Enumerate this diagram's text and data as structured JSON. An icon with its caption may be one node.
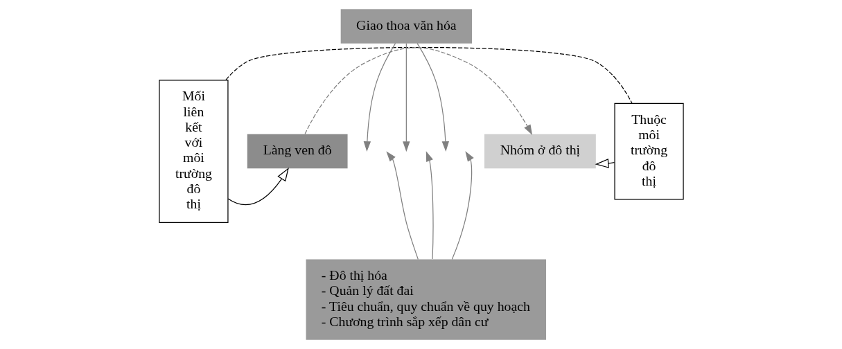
{
  "diagram": {
    "nodes": [
      {
        "text": [
          "Mối liên kết với môi trường đô thị"
        ]
      },
      {
        "text": [
          "Làng ven đô"
        ]
      },
      {
        "text": [
          "Giao thoa văn hóa"
        ]
      },
      {
        "text": [
          "Nhóm ở đô thị"
        ]
      },
      {
        "text": [
          "- Đô thị hóa",
          "- Quản lý đất đai",
          "- Tiêu chuẩn, quy chuẩn về quy hoạch",
          "- Chương trình sắp xếp dân cư"
        ]
      },
      {
        "text": [
          "Thuộc môi trường đô thị"
        ]
      }
    ],
    "edges": [
      {
        "from": 0,
        "to": 1,
        "arrow": "to",
        "color": "#000000"
      },
      {
        "from": 1,
        "to": 3,
        "arrow": "to",
        "style": "dashed"
      },
      {
        "from": 5,
        "to": 3,
        "arrow": "to",
        "color": "#000000"
      },
      {
        "from": 2,
        "to": null,
        "arrow": "to"
      },
      {
        "from": 2,
        "to": null,
        "arrow": "to"
      },
      {
        "from": 2,
        "to": null,
        "arrow": "to"
      },
      {
        "from": 4,
        "to": null,
        "arrow": "to"
      },
      {
        "from": 4,
        "to": null,
        "arrow": "to"
      },
      {
        "from": 4,
        "to": null,
        "arrow": "to"
      },
      {
        "from": 0,
        "to": 5,
        "arrow": "none",
        "style": "dashed",
        "color": "#000000"
      }
    ]
  }
}
